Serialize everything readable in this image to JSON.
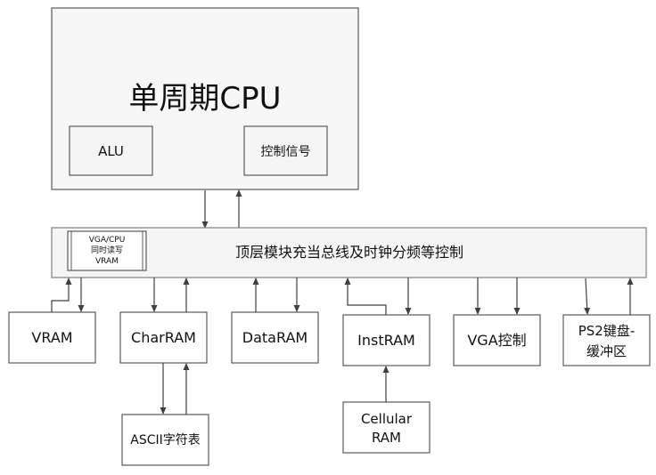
{
  "cpu": {
    "title": "单周期CPU",
    "alu_label": "ALU",
    "control_label": "控制信号"
  },
  "top_module": {
    "label": "顶层模块充当总线及时钟分频等控制",
    "vga_cpu_line1": "VGA/CPU",
    "vga_cpu_line2": "同时读写",
    "vga_cpu_line3": "VRAM"
  },
  "modules": {
    "vram": "VRAM",
    "charram": "CharRAM",
    "dataram": "DataRAM",
    "instram": "InstRAM",
    "vga_control": "VGA控制",
    "ps2_line1": "PS2键盘-",
    "ps2_line2": "缓冲区"
  },
  "sub_modules": {
    "ascii_table": "ASCII字符表",
    "cellular_line1": "Cellular",
    "cellular_line2": "RAM"
  }
}
